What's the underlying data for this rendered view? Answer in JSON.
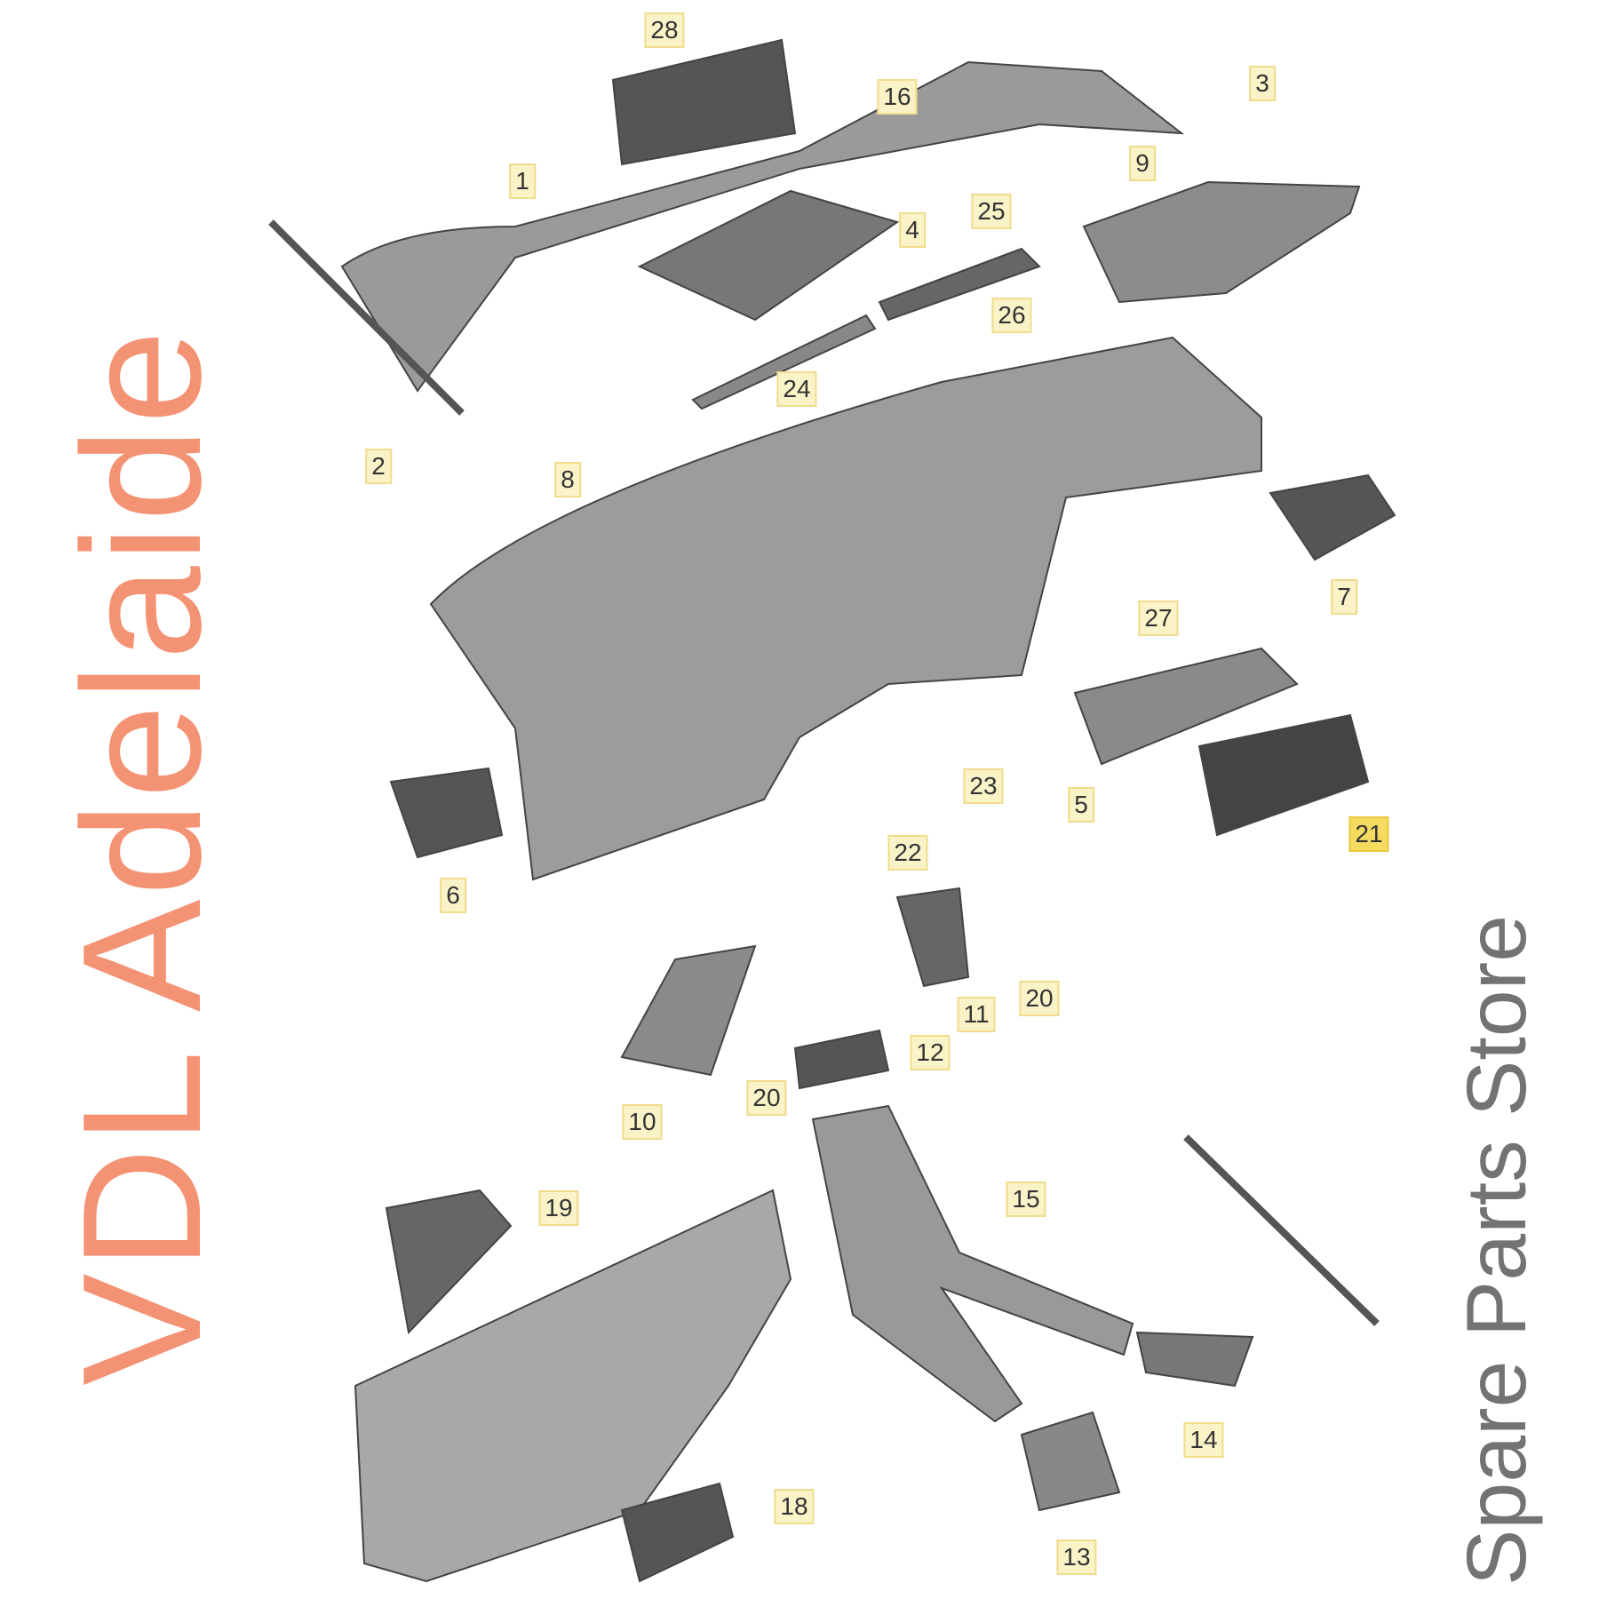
{
  "diagram": {
    "labels": [
      "28",
      "16",
      "3",
      "1",
      "4",
      "25",
      "9",
      "26",
      "24",
      "2",
      "8",
      "7",
      "27",
      "21",
      "5",
      "23",
      "22",
      "6",
      "11",
      "20",
      "12",
      "20",
      "10",
      "19",
      "15",
      "14",
      "18",
      "13"
    ],
    "highlighted_label": "21"
  },
  "watermark": {
    "brand": "VDL Adelaide",
    "tagline": "Spare Parts Store"
  },
  "colors": {
    "label_bg": "#fbf3c8",
    "highlight": "#f5dc60",
    "watermark": "#f06e46"
  }
}
